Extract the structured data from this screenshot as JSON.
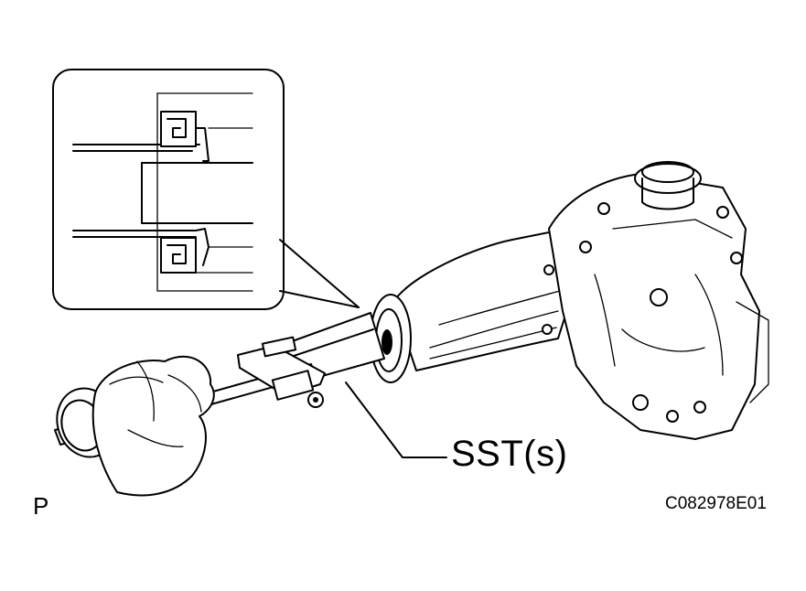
{
  "labels": {
    "callout": "SST(s)",
    "view_letter": "P",
    "figure_code": "C082978E01"
  }
}
